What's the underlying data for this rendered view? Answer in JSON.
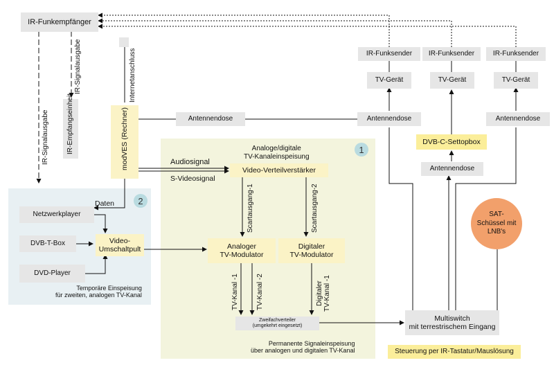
{
  "boxes": {
    "ir_receiver": "IR-Funkempfänger",
    "ir_unit": "IR-Empfangseinheit",
    "modves": "modVES (Rechner)",
    "antenna_outlet_main": "Antennendose",
    "video_distribution_amp": "Video-Verteilverstärker",
    "analog_modulator": "Analoger\nTV-Modulator",
    "digital_modulator": "Digitaler\nTV-Modulator",
    "splitter": "Zweifachverteiler\n(umgekehrt eingesetzt)",
    "multiswitch": "Multiswitch\nmit terrestrischem Eingang",
    "network_player": "Netzwerkplayer",
    "dvbt_box": "DVB-T-Box",
    "dvd_player": "DVD-Player",
    "video_switch": "Video-\nUmschaltpult",
    "ir_sender_1": "IR-Funksender",
    "ir_sender_2": "IR-Funksender",
    "ir_sender_3": "IR-Funksender",
    "tv_1": "TV-Gerät",
    "tv_2": "TV-Gerät",
    "tv_3": "TV-Gerät",
    "antenna_outlet_1": "Antennendose",
    "antenna_outlet_2": "Antennendose",
    "antenna_outlet_3": "Antennendose",
    "dvbc_box": "DVB-C-Settopbox",
    "sat_dish": "SAT-\nSchüssel mit\nLNB's",
    "ir_control": "Steuerung per IR-Tastatur/Mauslösung"
  },
  "labels": {
    "ir_output_1": "IR-Signalausgabe",
    "ir_output_2": "IR-Signalausgabe",
    "internet": "Internetanschluss",
    "audio_signal": "Audiosignal",
    "svideo_signal": "S-Videosignal",
    "analog_digital_feed": "Analoge/digitale\nTV-Kanaleinspeisung",
    "scart_1": "Scartausgang-1",
    "scart_2": "Scartausgang-2",
    "tv_channel_1": "TV-Kanal -1",
    "tv_channel_2": "TV-Kanal -2",
    "digital_tv_channel": "Digitaler\nTV-Kanal -1",
    "data": "Daten",
    "temp_feed": "Temporäre Einspeisung\nfür zweiten, analogen TV-Kanal",
    "permanent_feed": "Permanente  Signaleinspeisung\nüber analogen und digitalen TV-Kanal"
  },
  "badges": {
    "one": "1",
    "two": "2"
  },
  "colors": {
    "region_green": "#f3f4dd",
    "region_blue": "#e8f0f3",
    "box_gray": "#e6e6e6",
    "box_yellow": "#fbf3c6",
    "badge_blue": "#b9dbe0",
    "sat_orange": "#f2a06b"
  }
}
